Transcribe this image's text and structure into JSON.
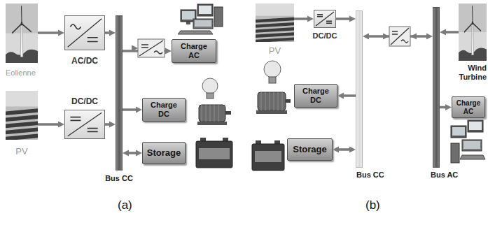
{
  "diagram": {
    "nodes": [
      {
        "text": [
          "Eolienne"
        ]
      },
      {
        "text": [
          "AC/DC"
        ]
      },
      {
        "text": [
          "PV"
        ]
      },
      {
        "text": [
          "DC/DC"
        ]
      },
      {
        "text": [
          "Bus CC"
        ]
      },
      {
        "text": [
          "Charge AC"
        ]
      },
      {
        "text": [
          "Charge DC"
        ]
      },
      {
        "text": [
          "Storage"
        ]
      },
      {
        "text": [
          "PV"
        ]
      },
      {
        "text": [
          "DC/DC"
        ]
      },
      {
        "text": [
          "Charge DC"
        ]
      },
      {
        "text": [
          "Storage"
        ]
      },
      {
        "text": [
          "Bus CC"
        ]
      },
      {
        "text": [
          "Bus AC"
        ]
      },
      {
        "text": [
          "Wind Turbine"
        ]
      },
      {
        "text": [
          "Charge AC"
        ]
      }
    ],
    "edges": [
      {
        "from": 0,
        "to": 1,
        "arrow": "to"
      },
      {
        "from": 2,
        "to": 3,
        "arrow": "to"
      },
      {
        "from": 1,
        "to": 4,
        "arrow": "to"
      },
      {
        "from": 3,
        "to": 4,
        "arrow": "to"
      },
      {
        "from": 4,
        "to": 5,
        "arrow": "to"
      },
      {
        "from": 4,
        "to": 6,
        "arrow": "to"
      },
      {
        "from": 4,
        "to": 7,
        "arrow": "both"
      },
      {
        "from": 8,
        "to": 9,
        "arrow": "to"
      },
      {
        "from": 9,
        "to": 12,
        "arrow": "to"
      },
      {
        "from": 12,
        "to": 10,
        "arrow": "to"
      },
      {
        "from": 11,
        "to": 12,
        "arrow": "both"
      },
      {
        "from": 12,
        "to": 13,
        "arrow": "both"
      },
      {
        "from": 14,
        "to": 13,
        "arrow": "to"
      },
      {
        "from": 13,
        "to": 15,
        "arrow": "to"
      }
    ],
    "labels": [
      "(a)",
      "(b)"
    ]
  }
}
